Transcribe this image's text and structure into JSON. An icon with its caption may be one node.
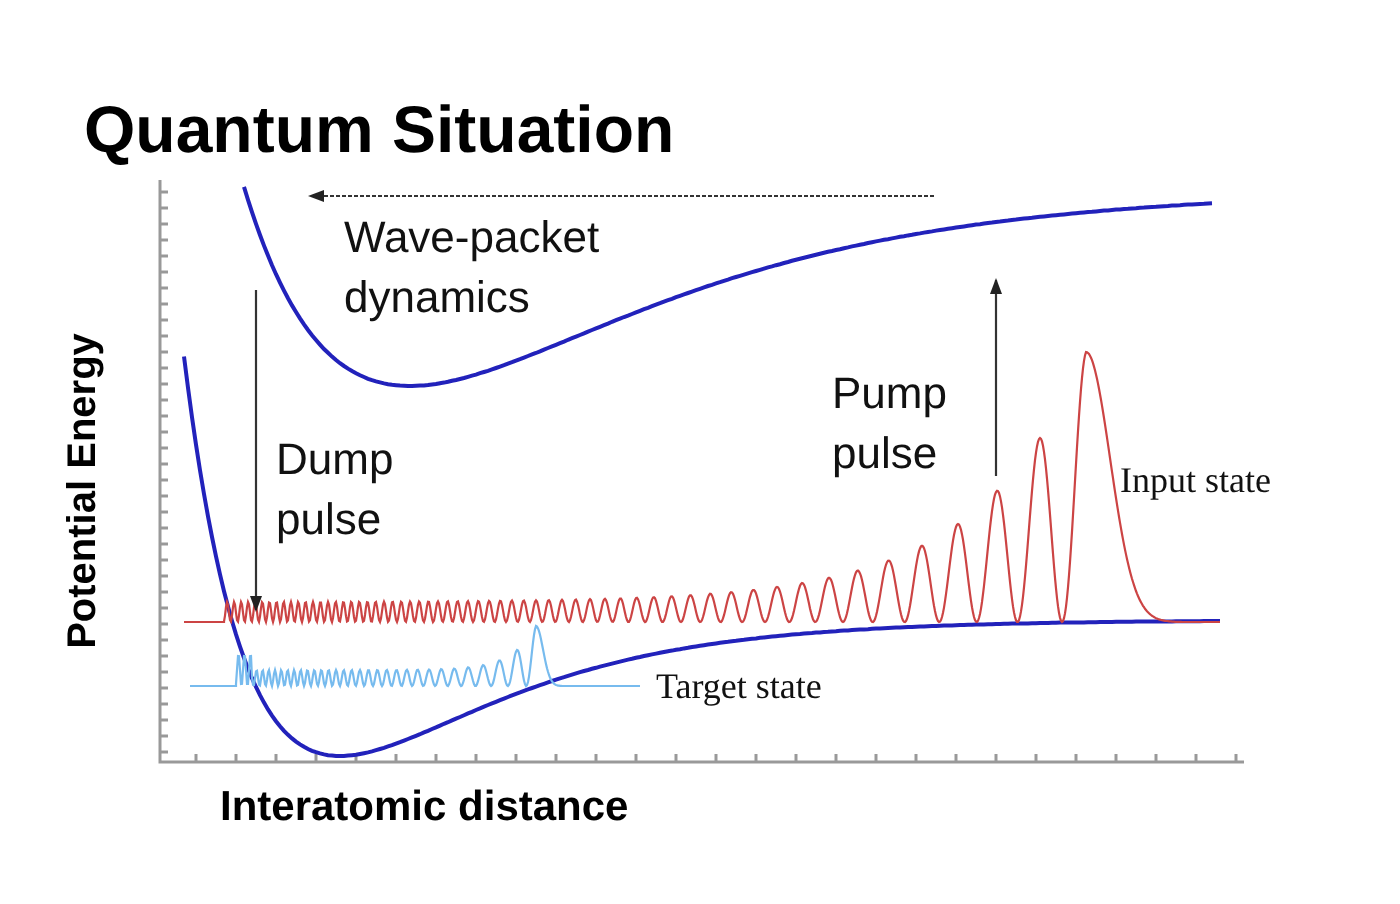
{
  "diagram": {
    "title": "Quantum Situation",
    "labels": [
      "Wave-packet dynamics",
      "Dump pulse",
      "Pump pulse",
      "Input state",
      "Target state",
      "Potential Energy",
      "Interatomic distance"
    ]
  }
}
